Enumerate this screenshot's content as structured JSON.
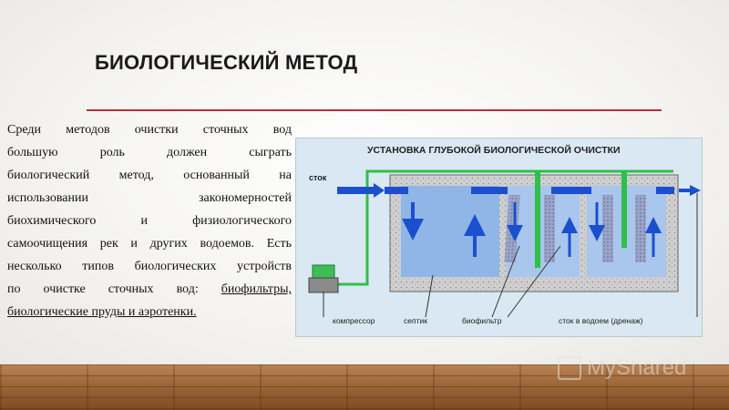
{
  "slide": {
    "title": "БИОЛОГИЧЕСКИЙ МЕТОД",
    "body_lines": [
      "Среди методов очистки сточных вод",
      "большую роль должен сыграть",
      "биологический метод, основанный на",
      "использовании закономерностей",
      "биохимического и физиологического",
      "самоочищения рек и других водоемов. Есть",
      "несколько типов биологических устройств",
      "по очистке сточных вод: "
    ],
    "body_link_1": "биофильтры,",
    "body_link_2": "биологические пруды и аэротенки.",
    "accent_color": "#b4303b"
  },
  "diagram": {
    "title": "УСТАНОВКА ГЛУБОКОЙ БИОЛОГИЧЕСКОЙ ОЧИСТКИ",
    "label_inflow": "сток",
    "label_compressor": "компрессор",
    "label_septic": "септик",
    "label_biofilter": "биофильтр",
    "label_outflow": "сток в водоем (дренаж)",
    "colors": {
      "water": "#8fb6e6",
      "pipe_blue": "#1b4fd0",
      "air_pipe": "#2fbf4a",
      "concrete": "#c9c9c9",
      "filter_media": "#9aa4c8"
    }
  },
  "watermark": {
    "text": "MyShared"
  }
}
